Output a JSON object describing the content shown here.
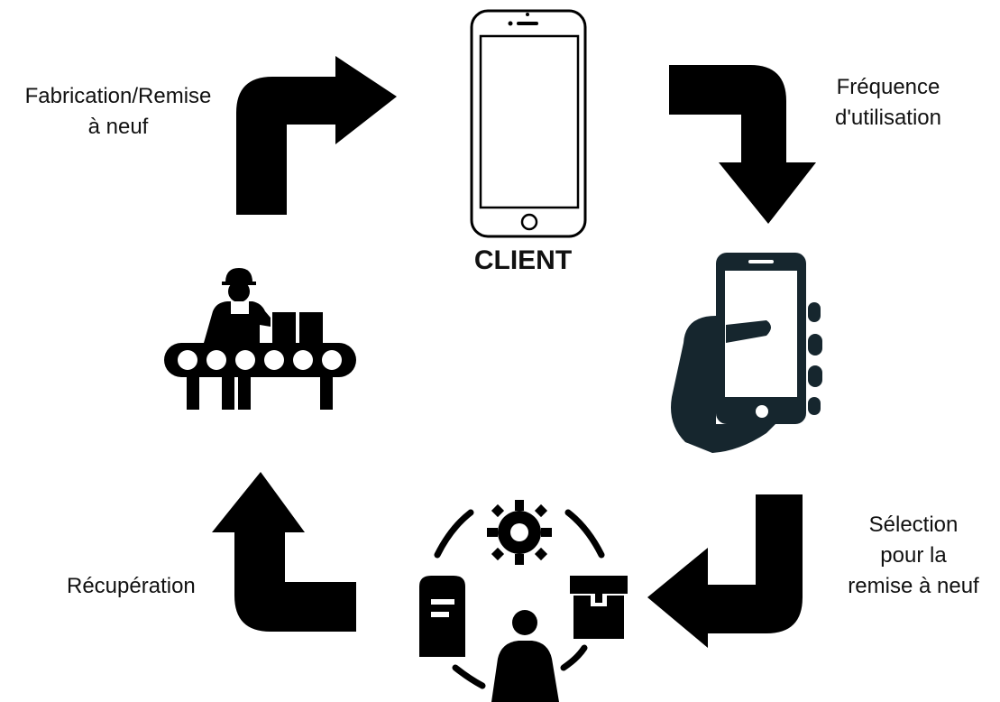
{
  "diagram": {
    "center_label": "CLIENT",
    "steps": [
      {
        "label": "Fabrication/Remise\nà neuf"
      },
      {
        "label": "Fréquence\nd'utilisation"
      },
      {
        "label": "Sélection\npour la\nremise à neuf"
      },
      {
        "label": "Récupération"
      }
    ],
    "icons": [
      "client-phone-icon",
      "hand-phone-icon",
      "recycling-process-icon",
      "factory-worker-icon"
    ],
    "colors": {
      "icon": "#000000",
      "hand": "#16262e",
      "background": "#ffffff"
    }
  }
}
